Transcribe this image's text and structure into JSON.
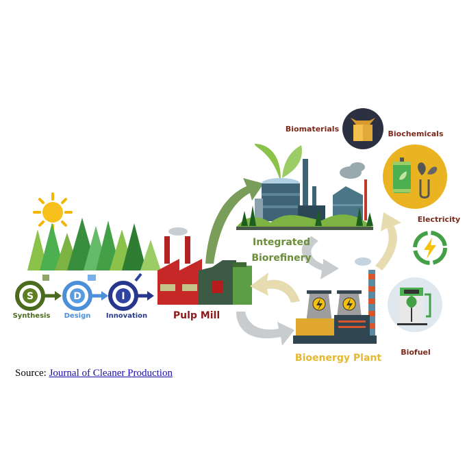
{
  "diagram": {
    "steps": [
      {
        "letter": "S",
        "label": "Synthesis",
        "color": "#4a6b1e"
      },
      {
        "letter": "D",
        "label": "Design",
        "color": "#4a8fd8"
      },
      {
        "letter": "I",
        "label": "Innovation",
        "color": "#27388c"
      }
    ],
    "pulp_mill": {
      "label": "Pulp Mill",
      "color": "#8b1a1a"
    },
    "biorefinery": {
      "label_line1": "Integrated",
      "label_line2": "Biorefinery",
      "color": "#6b8e3a"
    },
    "bioenergy": {
      "label": "Bioenergy Plant",
      "color": "#e6b830"
    },
    "products": [
      {
        "label": "Biomaterials",
        "icon": "box-icon",
        "color": "#7a2a1a"
      },
      {
        "label": "Biochemicals",
        "icon": "chemical-flask-icon",
        "color": "#7a2a1a"
      },
      {
        "label": "Electricity",
        "icon": "lightning-recycle-icon",
        "color": "#7a2a1a"
      },
      {
        "label": "Biofuel",
        "icon": "fuel-pump-icon",
        "color": "#7a2a1a"
      }
    ]
  },
  "source": {
    "prefix": "Source: ",
    "link_text": "Journal of Cleaner Production"
  }
}
